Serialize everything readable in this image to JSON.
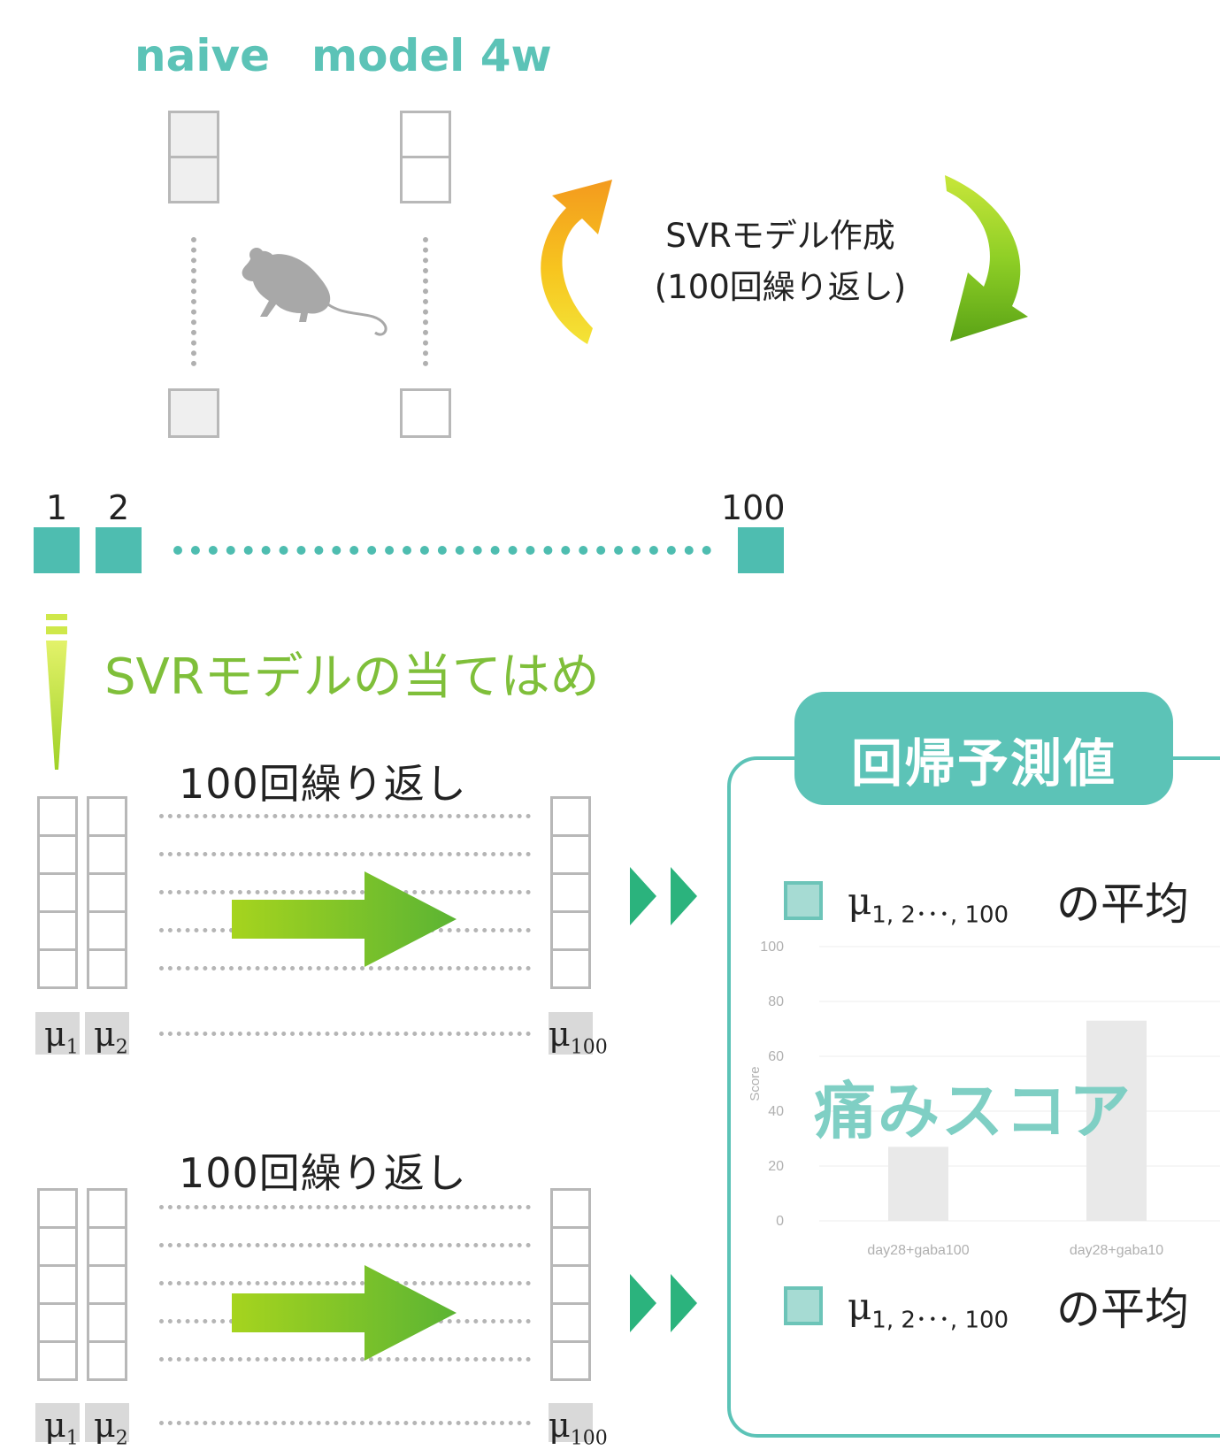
{
  "group_labels": {
    "naive": "naive",
    "model": "model 4w"
  },
  "cycle_text": {
    "line1": "SVRモデル作成",
    "line2": "(100回繰り返し)"
  },
  "model_index_labels": {
    "first": "1",
    "second": "2",
    "last": "100"
  },
  "fit_label": "SVRモデルの当てはめ",
  "repeat_block_1": {
    "label": "100回繰り返し",
    "mu_first": "μ",
    "mu_first_sub": "1",
    "mu_second": "μ",
    "mu_second_sub": "2",
    "mu_last": "μ",
    "mu_last_sub": "100"
  },
  "repeat_block_2": {
    "label": "100回繰り返し",
    "mu_first": "μ",
    "mu_first_sub": "1",
    "mu_second": "μ",
    "mu_second_sub": "2",
    "mu_last": "μ",
    "mu_last_sub": "100"
  },
  "result_panel": {
    "title": "回帰予測値",
    "avg_1": {
      "mu": "μ",
      "sub": "1, 2･･･, 100",
      "tail": "の平均"
    },
    "avg_2": {
      "mu": "μ",
      "sub": "1, 2･･･, 100",
      "tail": "の平均"
    },
    "overlay_label": "痛みスコア"
  },
  "colors": {
    "teal": "#4ebdb0",
    "teal_text": "#5cc3b7",
    "green_arrow": "#7cc21f",
    "orange_arrow": "#f5a623",
    "green_text": "#7fbf3a"
  },
  "chart_data": {
    "type": "bar",
    "categories": [
      "day28+gaba100",
      "day28+gaba10"
    ],
    "values": [
      27,
      73
    ],
    "ylabel": "Score",
    "ylim": [
      0,
      100
    ],
    "yticks": [
      "100",
      "80",
      "60",
      "40",
      "20",
      "0"
    ],
    "grid": true
  }
}
